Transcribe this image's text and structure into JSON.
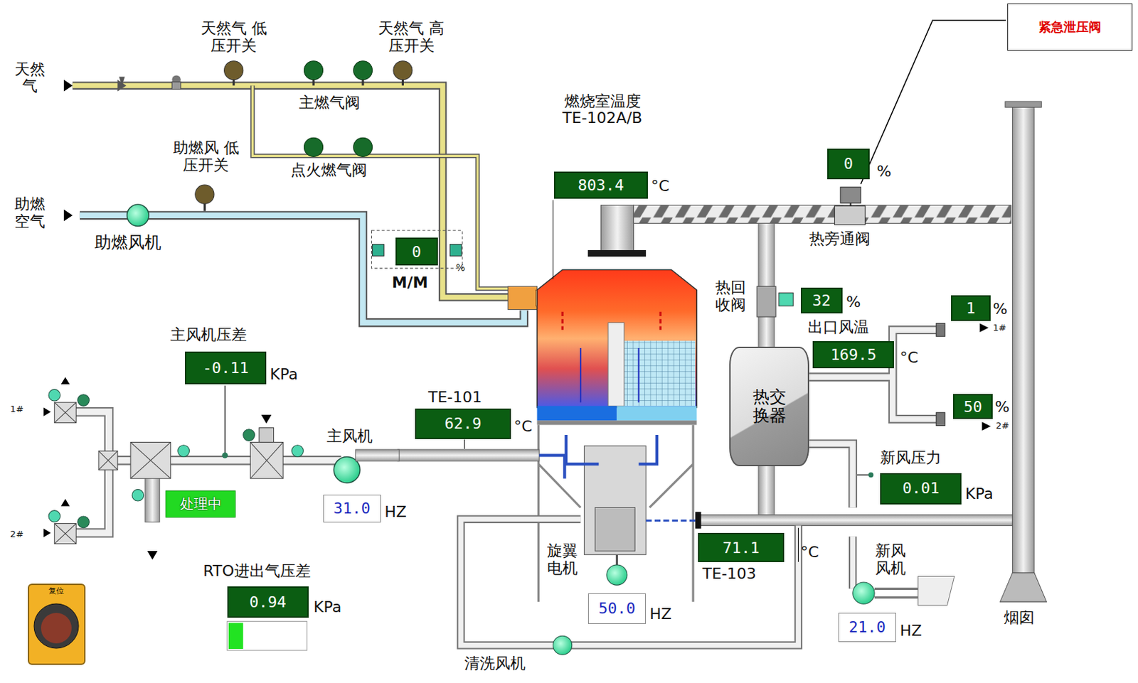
{
  "diagram": {
    "nodes": [
      {
        "text": [
          "紧急泄压阀"
        ]
      },
      {
        "text": [
          "0"
        ]
      },
      {
        "text": [
          "803.4"
        ]
      },
      {
        "text": [
          "0"
        ]
      },
      {
        "text": [
          "32"
        ]
      },
      {
        "text": [
          "1"
        ]
      },
      {
        "text": [
          "169.5"
        ]
      },
      {
        "text": [
          "-0.11"
        ]
      },
      {
        "text": [
          "热交 换器"
        ]
      },
      {
        "text": [
          "50"
        ]
      },
      {
        "text": [
          "62.9"
        ]
      },
      {
        "text": [
          "0.01"
        ]
      },
      {
        "text": [
          "31.0"
        ]
      },
      {
        "text": [
          "处理中"
        ]
      },
      {
        "text": [
          "71.1"
        ]
      },
      {
        "text": [
          "复位"
        ]
      },
      {
        "text": [
          "0.94"
        ]
      },
      {
        "text": [
          "50.0"
        ]
      },
      {
        "text": [
          "21.0"
        ]
      }
    ],
    "labels": [
      "天然 气",
      "助燃 空气",
      "天然气 低压开关",
      "天然气 高压开关",
      "主燃气阀",
      "点火燃气阀",
      "助燃风 低压开关",
      "助燃风机",
      "M/M",
      "%",
      "燃烧室温度 TE-102A/B",
      "°C",
      "%",
      "热旁通阀",
      "热回 收阀",
      "%",
      "出口风温",
      "%",
      "1#",
      "°C",
      "%",
      "2#",
      "新风压力",
      "KPa",
      "主风机压差",
      "KPa",
      "1#",
      "2#",
      "TE-101",
      "°C",
      "主风机",
      "HZ",
      "旋翼 电机",
      "°C",
      "TE-103",
      "新风 风机",
      "HZ",
      "HZ",
      "烟囱",
      "RTO进出气压差",
      "KPa",
      "清洗风机"
    ]
  }
}
